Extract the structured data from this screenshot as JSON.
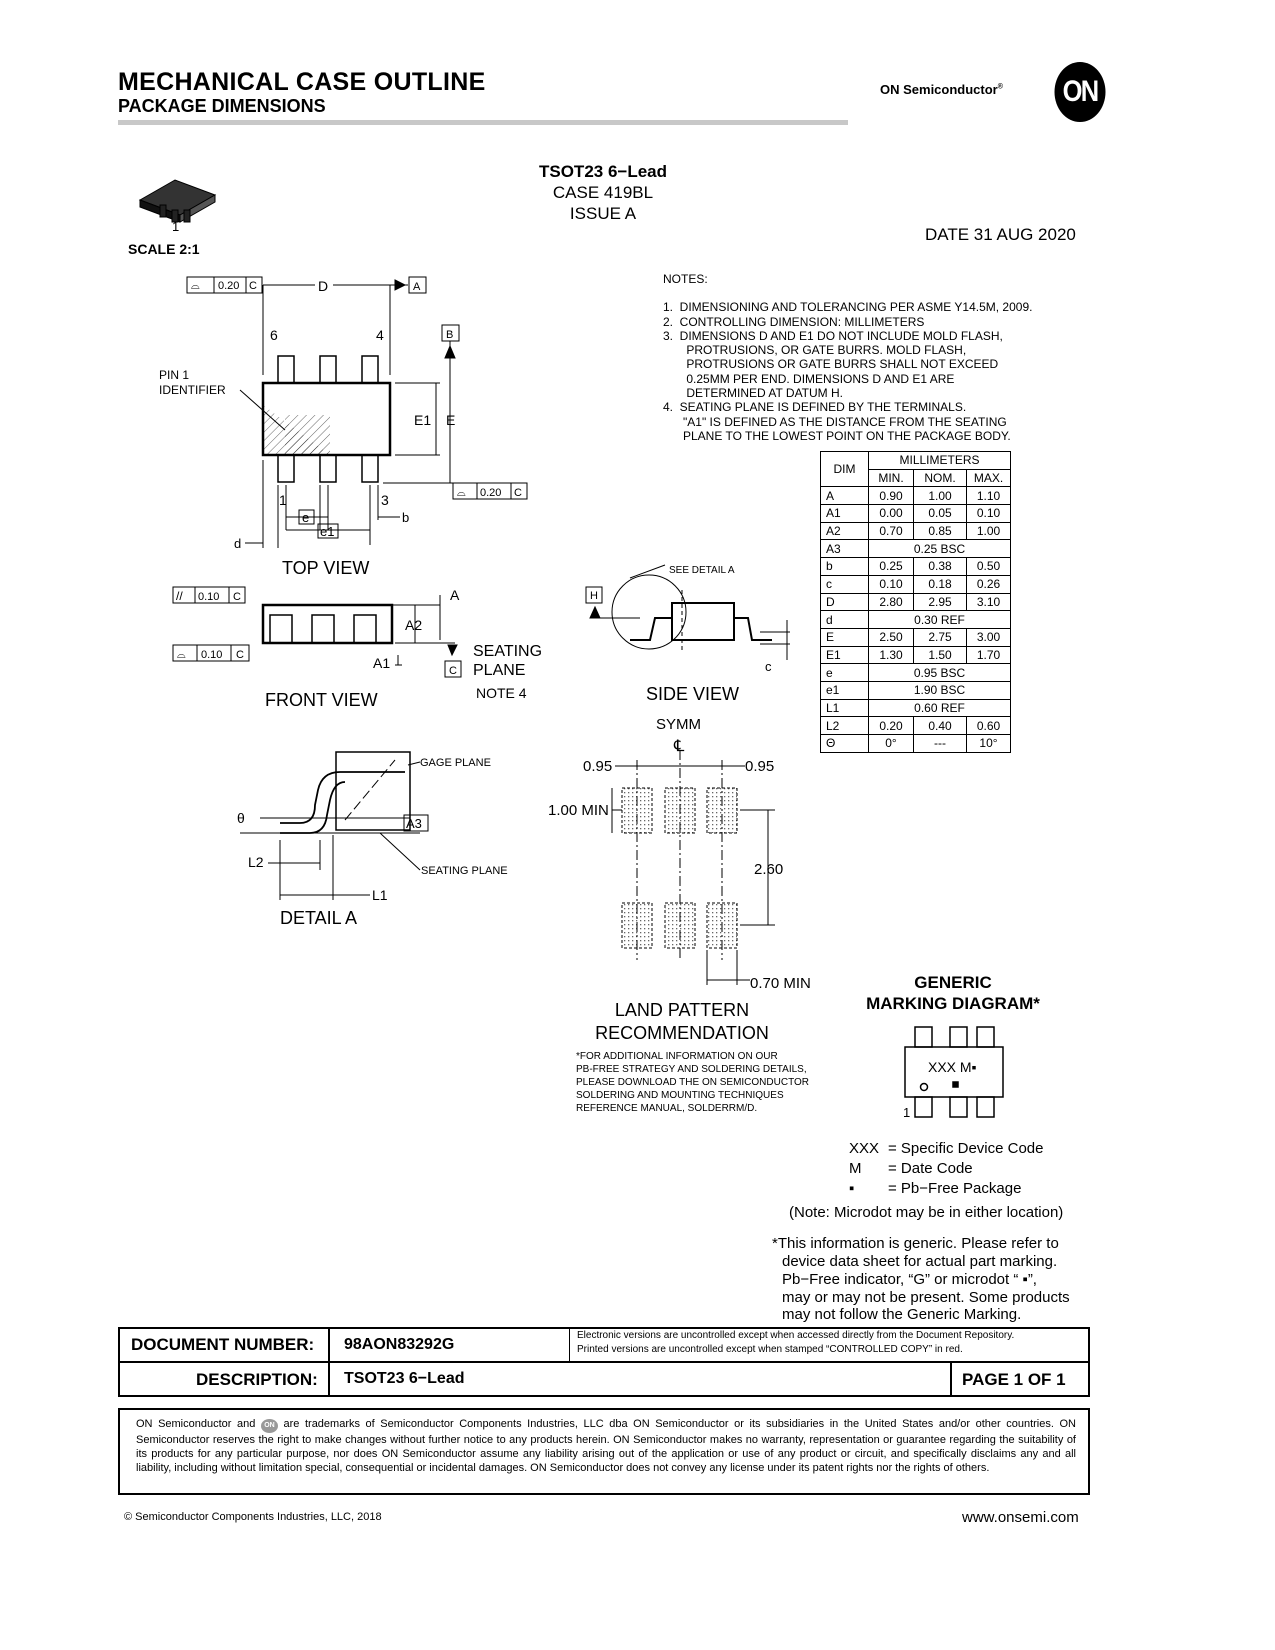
{
  "header": {
    "title": "MECHANICAL CASE OUTLINE",
    "subtitle": "PACKAGE DIMENSIONS",
    "brand": "ON Semiconductor",
    "brand_mark": "®",
    "logo": "ON"
  },
  "package": {
    "name": "TSOT23 6−Lead",
    "case": "CASE 419BL",
    "issue": "ISSUE A",
    "date": "DATE 31 AUG 2020",
    "scale": "SCALE 2:1",
    "pin1": "1"
  },
  "notes": {
    "title": "NOTES:",
    "lines": [
      "1.  DIMENSIONING AND TOLERANCING PER ASME Y14.5M, 2009.",
      "2.  CONTROLLING DIMENSION: MILLIMETERS",
      "3.  DIMENSIONS D AND E1 DO NOT INCLUDE MOLD FLASH,",
      "       PROTRUSIONS, OR GATE BURRS. MOLD FLASH,",
      "       PROTRUSIONS OR GATE BURRS SHALL NOT EXCEED",
      "       0.25MM PER END. DIMENSIONS D AND E1 ARE",
      "       DETERMINED AT DATUM H.",
      "4.  SEATING PLANE IS DEFINED BY THE TERMINALS.",
      "      \"A1\" IS DEFINED AS THE DISTANCE FROM THE SEATING",
      "      PLANE TO THE LOWEST POINT ON THE PACKAGE BODY."
    ]
  },
  "table": {
    "dim": "DIM",
    "unit": "MILLIMETERS",
    "cols": [
      "MIN.",
      "NOM.",
      "MAX."
    ],
    "rows": [
      [
        "A",
        "0.90",
        "1.00",
        "1.10"
      ],
      [
        "A1",
        "0.00",
        "0.05",
        "0.10"
      ],
      [
        "A2",
        "0.70",
        "0.85",
        "1.00"
      ],
      [
        "A3",
        "0.25 BSC"
      ],
      [
        "b",
        "0.25",
        "0.38",
        "0.50"
      ],
      [
        "c",
        "0.10",
        "0.18",
        "0.26"
      ],
      [
        "D",
        "2.80",
        "2.95",
        "3.10"
      ],
      [
        "d",
        "0.30 REF"
      ],
      [
        "E",
        "2.50",
        "2.75",
        "3.00"
      ],
      [
        "E1",
        "1.30",
        "1.50",
        "1.70"
      ],
      [
        "e",
        "0.95 BSC"
      ],
      [
        "e1",
        "1.90 BSC"
      ],
      [
        "L1",
        "0.60 REF"
      ],
      [
        "L2",
        "0.20",
        "0.40",
        "0.60"
      ],
      [
        "Θ",
        "0°",
        "---",
        "10°"
      ]
    ]
  },
  "top_view": {
    "title": "TOP VIEW",
    "tol1": "0.20",
    "datum_c": "C",
    "d_label": "D",
    "datum_a": "A",
    "datum_b": "B",
    "pin6": "6",
    "pin4": "4",
    "pin1": "1",
    "pin3": "3",
    "pin1_id_1": "PIN 1",
    "pin1_id_2": "IDENTIFIER",
    "e1_label": "E1",
    "e_label": "E",
    "tol2": "0.20",
    "e": "e",
    "e1": "e1",
    "b": "b",
    "d": "d"
  },
  "front_view": {
    "title": "FRONT VIEW",
    "tol_par": "0.10",
    "tol_flat": "0.10",
    "datum_c": "C",
    "a": "A",
    "a2": "A2",
    "a1": "A1",
    "seating1": "SEATING",
    "seating2": "PLANE",
    "note": "NOTE 4"
  },
  "side_view": {
    "title": "SIDE VIEW",
    "see_detail": "SEE DETAIL A",
    "datum_h": "H",
    "c": "c"
  },
  "detail_a": {
    "title": "DETAIL A",
    "gage": "GAGE PLANE",
    "seating": "SEATING PLANE",
    "theta": "θ",
    "a3": "A3",
    "l2": "L2",
    "l1": "L1"
  },
  "land": {
    "symm": "SYMM",
    "cl": "℄",
    "p1": "0.95",
    "p2": "0.95",
    "min_w": "1.00 MIN",
    "pitch": "2.60",
    "min_l": "0.70 MIN",
    "title1": "LAND PATTERN",
    "title2": "RECOMMENDATION",
    "footnote": [
      "*FOR ADDITIONAL INFORMATION ON OUR",
      "PB-FREE STRATEGY AND SOLDERING DETAILS,",
      "PLEASE DOWNLOAD THE ON SEMICONDUCTOR",
      "SOLDERING AND MOUNTING TECHNIQUES",
      "REFERENCE MANUAL, SOLDERRM/D."
    ]
  },
  "marking": {
    "title1": "GENERIC",
    "title2": "MARKING DIAGRAM*",
    "code": "XXX M▪",
    "pin1": "1",
    "legend": [
      [
        "XXX",
        "= Specific Device Code"
      ],
      [
        "M",
        "= Date Code"
      ],
      [
        "▪",
        "= Pb−Free Package"
      ]
    ],
    "note": "(Note: Microdot may be in either location)",
    "generic": [
      "*This information is generic. Please refer to",
      "device data sheet for actual part marking.",
      "Pb−Free indicator, “G” or microdot “ ▪”,",
      "may or may not be present. Some products",
      "may not follow the Generic Marking."
    ]
  },
  "footer": {
    "doc_label": "DOCUMENT NUMBER:",
    "doc_value": "98AON83292G",
    "disclaimer1": "Electronic versions are uncontrolled except when accessed directly from the Document Repository.",
    "disclaimer2": "Printed  versions are uncontrolled  except when stamped  “CONTROLLED COPY” in red.",
    "desc_label": "DESCRIPTION:",
    "desc_value": "TSOT23 6−Lead",
    "page": "PAGE 1 OF 1",
    "tm_a": "ON Semiconductor and",
    "tm_logo": "ON",
    "tm_b": " are trademarks of Semiconductor Components Industries, LLC dba ON Semiconductor or its subsidiaries in the United States and/or other countries. ON Semiconductor reserves the right to make changes without further notice to any products herein. ON Semiconductor makes no warranty, representation or guarantee regarding the suitability of its products for any particular purpose, nor does ON Semiconductor assume any liability arising out of the application or use of any product or circuit, and specifically disclaims any and all liability, including without limitation special, consequential or incidental damages. ON Semiconductor does not convey any license under its patent rights nor the rights of others.",
    "copyright": "©  Semiconductor Components Industries, LLC, 2018",
    "website": "www.onsemi.com"
  }
}
